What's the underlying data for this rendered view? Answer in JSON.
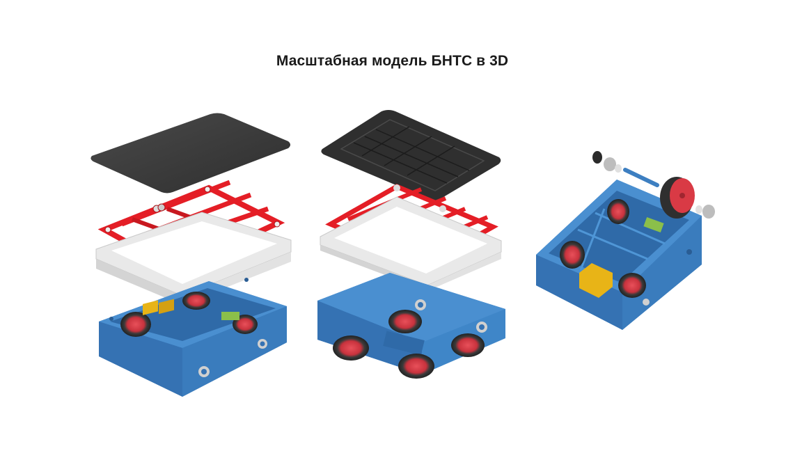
{
  "title": "Масштабная модель БНТС в 3D",
  "colors": {
    "body_blue": "#3d7fc1",
    "body_blue_dark": "#2c5f96",
    "body_blue_light": "#5b9bd6",
    "frame_red": "#e41e26",
    "frame_red_dark": "#a9141a",
    "frame_white": "#f4f4f4",
    "top_dark": "#3b3b3b",
    "wheel_red": "#d93a45",
    "wheel_tire": "#2f2f2f",
    "battery_yellow": "#e8b417",
    "board_green": "#8bbf4a"
  },
  "views": [
    {
      "name": "exploded-top-view"
    },
    {
      "name": "exploded-bottom-view"
    },
    {
      "name": "open-chassis-view"
    }
  ]
}
